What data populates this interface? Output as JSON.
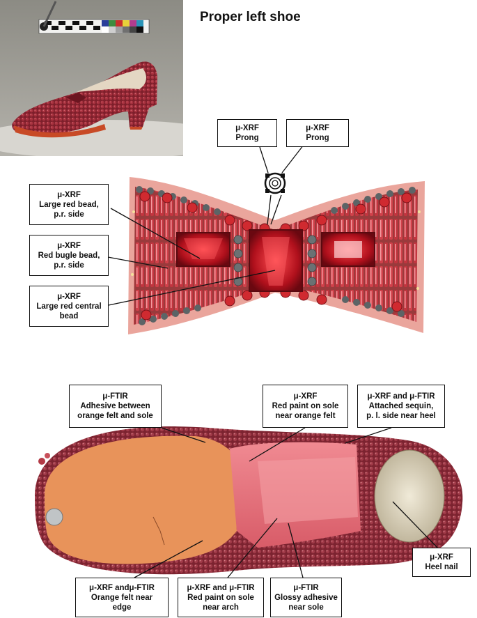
{
  "title": "Proper left shoe",
  "colors": {
    "sequin_red": "#8e2a35",
    "bead_red": "#c21e2a",
    "felt_orange": "#e8945a",
    "paint_pink": "#e8707a",
    "backing": "#e9a7a0"
  },
  "labels": {
    "prong_a": [
      "μ-XRF",
      "Prong"
    ],
    "prong_b": [
      "μ-XRF",
      "Prong"
    ],
    "large_red_bead": [
      "μ-XRF",
      "Large red bead,",
      "p.r. side"
    ],
    "red_bugle_bead": [
      "μ-XRF",
      "Red bugle bead,",
      "p.r. side"
    ],
    "central_bead": [
      "μ-XRF",
      "Large red central",
      "bead"
    ],
    "adhesive_felt": [
      "μ-FTIR",
      "Adhesive between",
      "orange felt and sole"
    ],
    "red_paint_felt": [
      "μ-XRF",
      "Red paint on sole",
      "near orange felt"
    ],
    "attached_sequin": [
      "μ-XRF and μ-FTIR",
      "Attached sequin,",
      "p. l. side near heel"
    ],
    "heel_nail": [
      "μ-XRF",
      "Heel nail"
    ],
    "orange_felt_edge": [
      "μ-XRF andμ-FTIR",
      "Orange felt near",
      "edge"
    ],
    "red_paint_arch": [
      "μ-XRF and μ-FTIR",
      "Red paint on sole",
      "near arch"
    ],
    "glossy_adhesive": [
      "μ-FTIR",
      "Glossy adhesive",
      "near sole"
    ]
  }
}
